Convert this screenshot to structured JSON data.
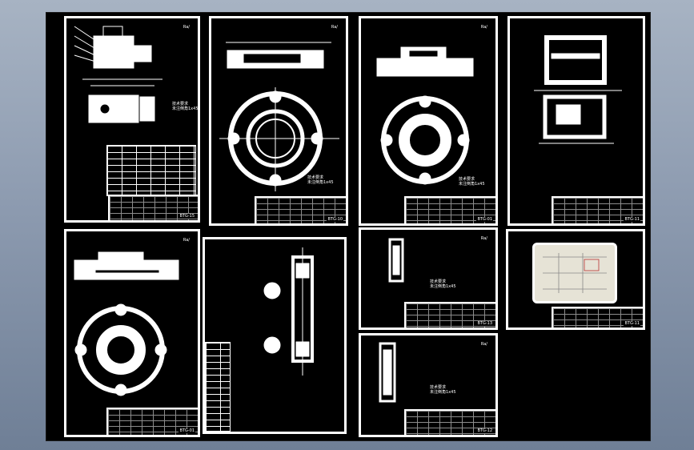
{
  "sheets": [
    {
      "id": "p1",
      "code": "BTG-15",
      "roughness": "Ra/",
      "note": "技术要求\n未注倒角1x45"
    },
    {
      "id": "p2",
      "code": "BTG-10",
      "roughness": "Ra/",
      "note": "技术要求\n未注倒角1x45"
    },
    {
      "id": "p3",
      "code": "BTG-01",
      "roughness": "Ra/",
      "note": "技术要求\n未注倒角1x45"
    },
    {
      "id": "p4",
      "code": "BTG-11",
      "roughness": "",
      "note": ""
    },
    {
      "id": "p5",
      "code": "BTG-01",
      "roughness": "Ra/",
      "note": ""
    },
    {
      "id": "p6",
      "code": "",
      "roughness": "",
      "note": ""
    },
    {
      "id": "p7",
      "code": "BTG-13",
      "roughness": "Ra/",
      "note": "技术要求\n未注倒角1x45"
    },
    {
      "id": "p8",
      "code": "BTG-11",
      "roughness": "",
      "note": ""
    },
    {
      "id": "p9",
      "code": "BTG-12",
      "roughness": "Ra/",
      "note": "技术要求\n未注倒角1x45"
    }
  ],
  "colors": {
    "background": "#000000",
    "lines": "#ffffff",
    "frame": "#8d9bb0"
  }
}
